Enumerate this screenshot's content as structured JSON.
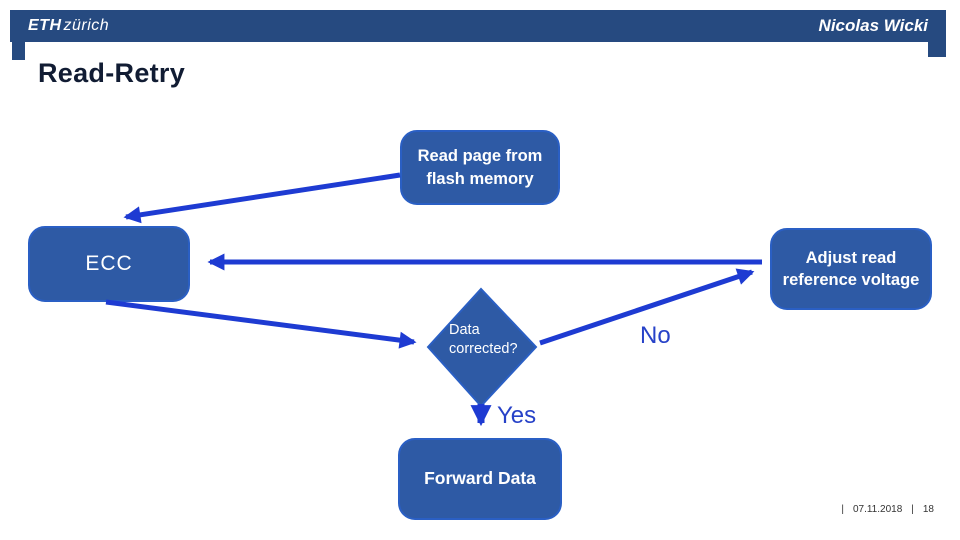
{
  "header": {
    "logo_eth": "ETH",
    "logo_city": "zürich",
    "author": "Nicolas Wicki"
  },
  "slide": {
    "title": "Read-Retry"
  },
  "diagram": {
    "nodes": {
      "read_page": "Read page from\nflash memory",
      "ecc": "ECC",
      "adjust": "Adjust read\nreference voltage",
      "decision": "Data\ncorrected?",
      "forward": "Forward Data"
    },
    "edge_labels": {
      "no": "No",
      "yes": "Yes"
    }
  },
  "footer": {
    "sep1": "|",
    "date": "07.11.2018",
    "sep2": "|",
    "page": "18"
  },
  "colors": {
    "header_bar": "#264a80",
    "node_fill": "#2e5aa5",
    "node_border": "#2a5fc4",
    "arrow": "#1e3bd2",
    "edge_label": "#2742c8",
    "title": "#111c33"
  }
}
